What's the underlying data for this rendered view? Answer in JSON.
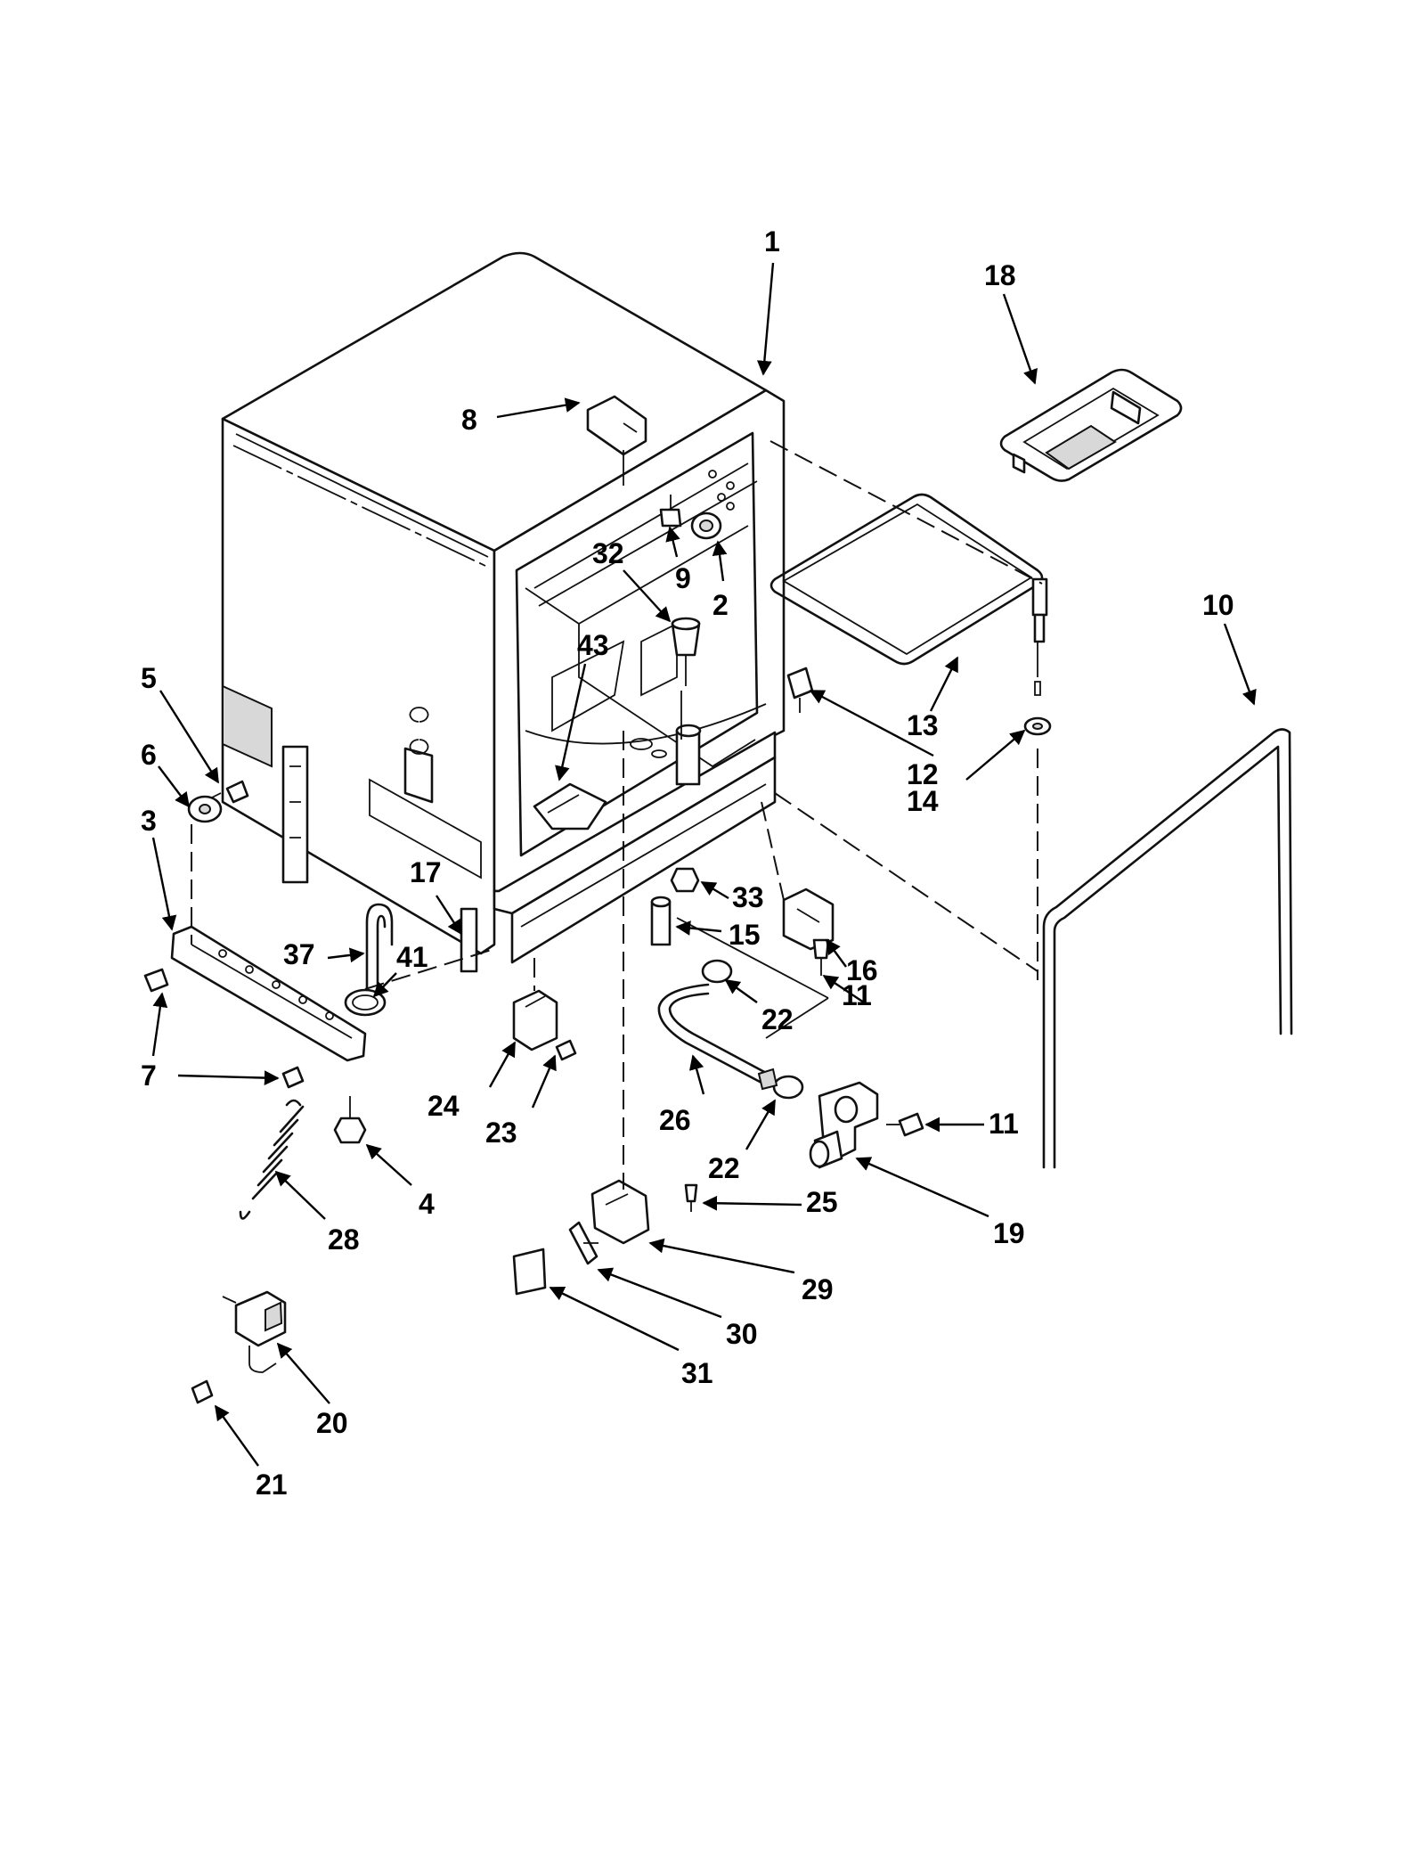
{
  "callouts": {
    "c1": "1",
    "c2": "2",
    "c3": "3",
    "c4": "4",
    "c5": "5",
    "c6": "6",
    "c7": "7",
    "c8": "8",
    "c9": "9",
    "c10": "10",
    "c11a": "11",
    "c11b": "11",
    "c12": "12",
    "c13": "13",
    "c14": "14",
    "c15": "15",
    "c16": "16",
    "c17": "17",
    "c18": "18",
    "c19": "19",
    "c20": "20",
    "c21": "21",
    "c22a": "22",
    "c22b": "22",
    "c23": "23",
    "c24": "24",
    "c25": "25",
    "c26": "26",
    "c28": "28",
    "c29": "29",
    "c30": "30",
    "c31": "31",
    "c32": "32",
    "c33": "33",
    "c37": "37",
    "c41": "41",
    "c43": "43"
  }
}
